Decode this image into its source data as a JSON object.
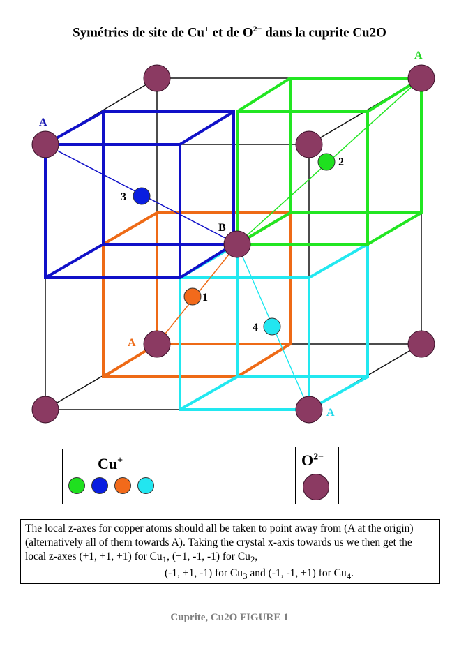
{
  "title": {
    "prefix": "Symétries de site de Cu",
    "cu_charge": "+",
    "middle": " et de O",
    "o_charge": "2−",
    "suffix": " dans la cuprite Cu2O"
  },
  "labels": {
    "A_top_right": "A",
    "A_left": "A",
    "A_orange": "A",
    "A_cyan": "A",
    "B": "B",
    "n1": "1",
    "n2": "2",
    "n3": "3",
    "n4": "4"
  },
  "colors": {
    "oxygen": "#8b3a62",
    "cu1": "#f26a1b",
    "cu2": "#1fe01f",
    "cu3": "#0a1ee0",
    "cu4": "#22e6f0",
    "cube_black": "#111111",
    "cube_blue": "#1010c8",
    "cube_green": "#22e622",
    "cube_orange": "#ee6a16",
    "cube_cyan": "#22e8f0"
  },
  "legend": {
    "cu_label": "Cu",
    "cu_charge": "+",
    "o_label": "O",
    "o_charge": "2−"
  },
  "note": {
    "line1": "The local z-axes for copper atoms should all be taken to point away from (A at the origin) (alternatively all of them towards A). Taking the crystal x-axis towards us we then get the local z-axes (+1, +1, +1) for Cu",
    "s1": "1",
    "mid1": ", (+1, -1, -1) for Cu",
    "s2": "2",
    "mid2": ",",
    "line2a": "(-1, +1, -1) for Cu",
    "s3": "3",
    "line2b": " and (-1, -1, +1) for Cu",
    "s4": "4",
    "line2c": "."
  },
  "caption": "Cuprite, Cu2O  FIGURE 1"
}
